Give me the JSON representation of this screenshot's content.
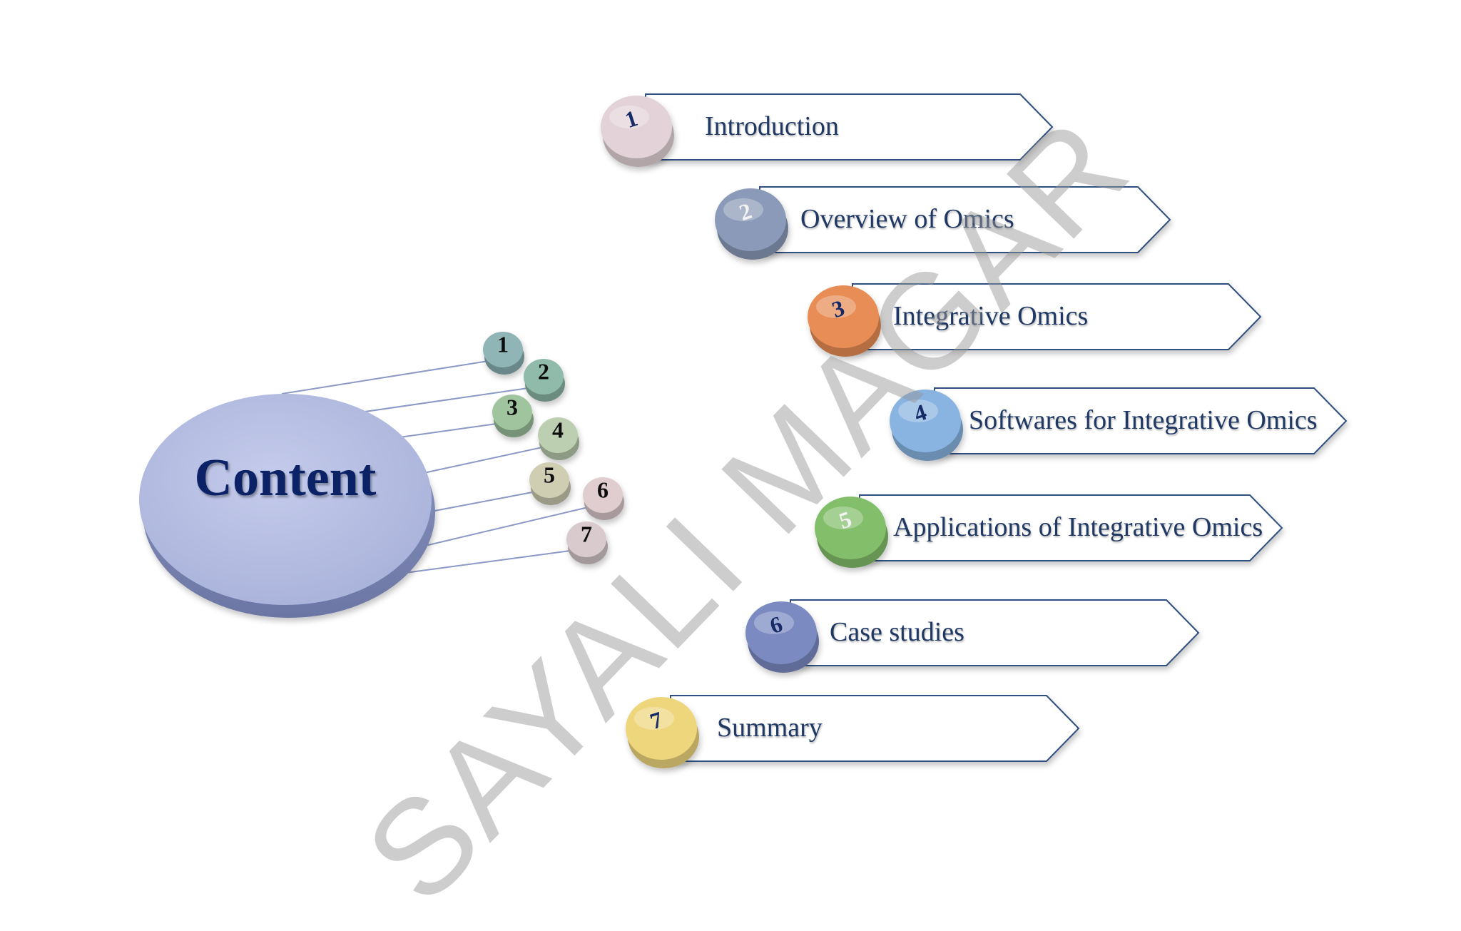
{
  "hub": {
    "label": "Content"
  },
  "watermark": "SAYALI MAGAR",
  "items": [
    {
      "number": "1",
      "label": "Introduction",
      "color": "#e3d3d8"
    },
    {
      "number": "2",
      "label": "Overview of Omics",
      "color": "#8b9ab8"
    },
    {
      "number": "3",
      "label": "Integrative Omics",
      "color": "#e88d55"
    },
    {
      "number": "4",
      "label": "Softwares for Integrative Omics",
      "color": "#89b3e0"
    },
    {
      "number": "5",
      "label": "Applications of Integrative Omics",
      "color": "#83be6a"
    },
    {
      "number": "6",
      "label": "Case studies",
      "color": "#7b8ac2"
    },
    {
      "number": "7",
      "label": "Summary",
      "color": "#eed67d"
    }
  ],
  "mini_badges": [
    {
      "number": "1",
      "color": "#8fb5b7"
    },
    {
      "number": "2",
      "color": "#90baa9"
    },
    {
      "number": "3",
      "color": "#9fc49e"
    },
    {
      "number": "4",
      "color": "#bccfb0"
    },
    {
      "number": "5",
      "color": "#cfcdb2"
    },
    {
      "number": "6",
      "color": "#e0cdd0"
    },
    {
      "number": "7",
      "color": "#d9cacd"
    }
  ]
}
